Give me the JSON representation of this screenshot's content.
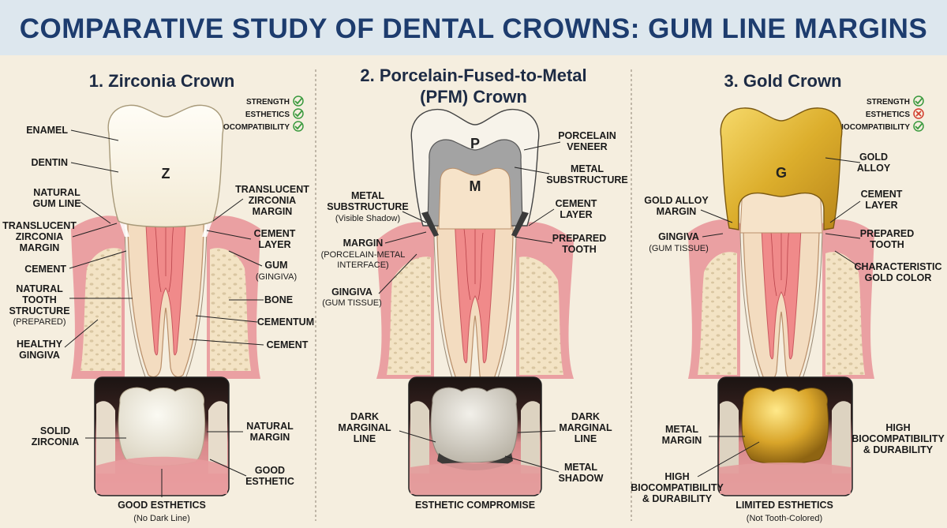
{
  "title": "COMPARATIVE STUDY OF DENTAL CROWNS: GUM LINE MARGINS",
  "panels": {
    "zirconia": {
      "heading": "1. Zirconia Crown",
      "letter": "Z",
      "checks": [
        {
          "label": "STRENGTH",
          "status": "good"
        },
        {
          "label": "ESTHETICS",
          "status": "good"
        },
        {
          "label": "BIOCOMPATIBILITY",
          "status": "good"
        }
      ],
      "labels": {
        "enamel": "ENAMEL",
        "dentin": "DENTIN",
        "natural_gum_line": [
          "NATURAL",
          "GUM LINE"
        ],
        "translucent_left": [
          "TRANSLUCENT",
          "ZIRCONIA",
          "MARGIN"
        ],
        "cement_left": "CEMENT",
        "natural_tooth": [
          "NATURAL",
          "TOOTH",
          "STRUCTURE"
        ],
        "natural_tooth_sub": "(PREPARED)",
        "healthy_gingiva": [
          "HEALTHY",
          "GINGIVA"
        ],
        "translucent_right": [
          "TRANSLUCENT",
          "ZIRCONIA",
          "MARGIN"
        ],
        "cement_layer": [
          "CEMENT",
          "LAYER"
        ],
        "gum": "GUM",
        "gum_sub": "(GINGIVA)",
        "bone": "BONE",
        "cementum": "CEMENTUM",
        "cement_right": "CEMENT"
      },
      "photo": {
        "left": [
          "SOLID",
          "ZIRCONIA"
        ],
        "right1": [
          "NATURAL",
          "MARGIN"
        ],
        "right2": [
          "GOOD",
          "ESTHETIC"
        ],
        "caption": "GOOD ESTHETICS",
        "caption_sub": "(No Dark Line)"
      }
    },
    "pfm": {
      "heading1": "2. Porcelain-Fused-to-Metal",
      "heading2": "(PFM) Crown",
      "letter_p": "P",
      "letter_m": "M",
      "labels": {
        "porcelain_veneer": [
          "PORCELAIN",
          "VENEER"
        ],
        "metal_substructure_r": [
          "METAL",
          "SUBSTRUCTURE"
        ],
        "cement_layer": [
          "CEMENT",
          "LAYER"
        ],
        "prepared_tooth": [
          "PREPARED",
          "TOOTH"
        ],
        "metal_substructure_l": [
          "METAL",
          "SUBSTRUCTURE"
        ],
        "metal_sub_note": "(Visible Shadow)",
        "margin": "MARGIN",
        "margin_sub": [
          "(PORCELAIN-METAL",
          "INTERFACE)"
        ],
        "gingiva": "GINGIVA",
        "gingiva_sub": "(GUM TISSUE)"
      },
      "photo": {
        "left": [
          "DARK",
          "MARGINAL",
          "LINE"
        ],
        "right1": [
          "DARK",
          "MARGINAL",
          "LINE"
        ],
        "right2": [
          "METAL",
          "SHADOW"
        ],
        "caption": "ESTHETIC COMPROMISE"
      }
    },
    "gold": {
      "heading": "3. Gold Crown",
      "letter": "G",
      "checks": [
        {
          "label": "STRENGTH",
          "status": "good"
        },
        {
          "label": "ESTHETICS",
          "status": "bad"
        },
        {
          "label": "BIOCOMPATIBILITY",
          "status": "good"
        }
      ],
      "labels": {
        "gold_alloy": [
          "GOLD",
          "ALLOY"
        ],
        "cement_layer": [
          "CEMENT",
          "LAYER"
        ],
        "prepared_tooth": [
          "PREPARED",
          "TOOTH"
        ],
        "characteristic": [
          "CHARACTERISTIC",
          "GOLD COLOR"
        ],
        "gold_margin": [
          "GOLD ALLOY",
          "MARGIN"
        ],
        "gingiva": "GINGIVA",
        "gingiva_sub": "(GUM TISSUE)"
      },
      "photo": {
        "left": [
          "METAL",
          "MARGIN"
        ],
        "bottom_left": [
          "HIGH",
          "BIOCOMPATIBILITY",
          "& DURABILITY"
        ],
        "right": [
          "HIGH",
          "BIOCOMPATIBILITY",
          "& DURABILITY"
        ],
        "caption": "LIMITED ESTHETICS",
        "caption_sub": "(Not Tooth-Colored)"
      }
    }
  },
  "colors": {
    "title_band": "#dde7ee",
    "title_text": "#1d3c6e",
    "gum": "#eaa0a2",
    "bone": "#f3e3c4",
    "dentin": "#f3dcc0",
    "pulp": "#f08a8a",
    "zirconia": "#fbf6ea",
    "metal": "#9a9a9a",
    "gold": "#e2b632",
    "check_good": "#3a9a3e",
    "check_bad": "#d23c2c"
  }
}
